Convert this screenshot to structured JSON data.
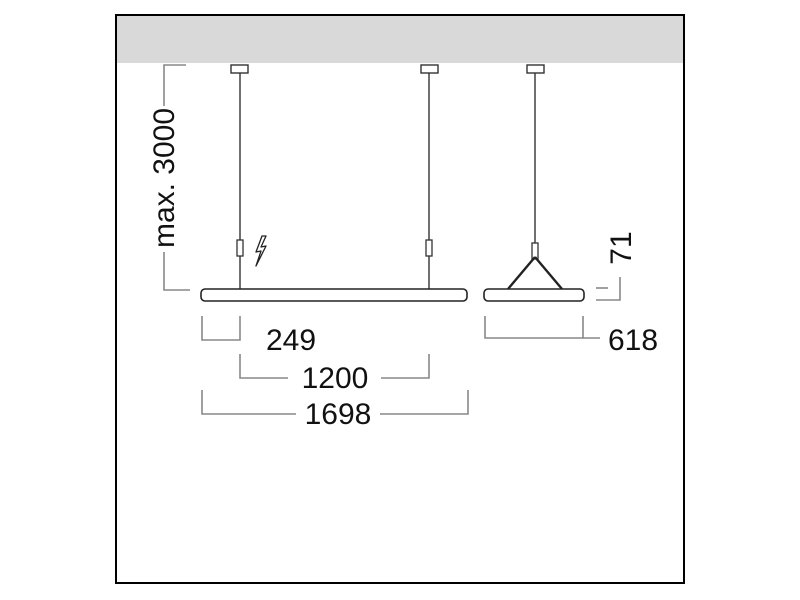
{
  "diagram": {
    "colors": {
      "ceiling": "#d9d9d9",
      "frame": "#000000",
      "line": "#333333",
      "dimension_line": "#888888",
      "text": "#111111"
    },
    "icons": {
      "power_feed": "lightning-bolt-icon"
    },
    "dimensions": {
      "suspension_height": "max. 3000",
      "end_offset": "249",
      "suspension_spacing": "1200",
      "total_length": "1698",
      "luminaire_height": "71",
      "luminaire_width": "618"
    }
  }
}
